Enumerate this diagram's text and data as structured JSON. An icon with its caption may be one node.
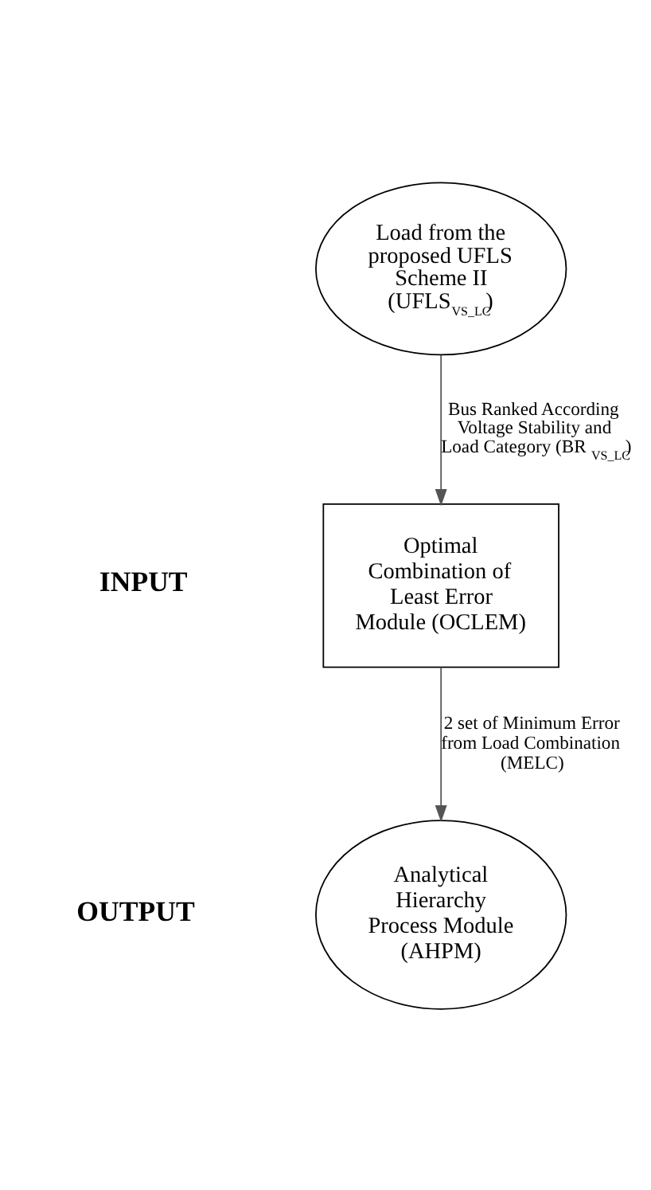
{
  "diagram": {
    "nodes": [
      {
        "text": [
          "Load from the proposed UFLS Scheme II (UFLS$_{VS_LC}$)"
        ]
      },
      {
        "text": [
          "Optimal Combination of Least Error Module (OCLEM)"
        ]
      },
      {
        "text": [
          "Analytical Hierarchy Process Module (AHPM)"
        ]
      }
    ],
    "edges": [
      {
        "from": 0,
        "to": 1,
        "arrow": "to",
        "label": "Bus Ranked According Voltage Stability and Load Category (BR$_{VS_LC}$)"
      },
      {
        "from": 1,
        "to": 2,
        "arrow": "to",
        "label": "2 set of Minimum Error from Load Combination (MELC)"
      }
    ],
    "labels": [
      "INPUT",
      "OUTPUT"
    ]
  }
}
